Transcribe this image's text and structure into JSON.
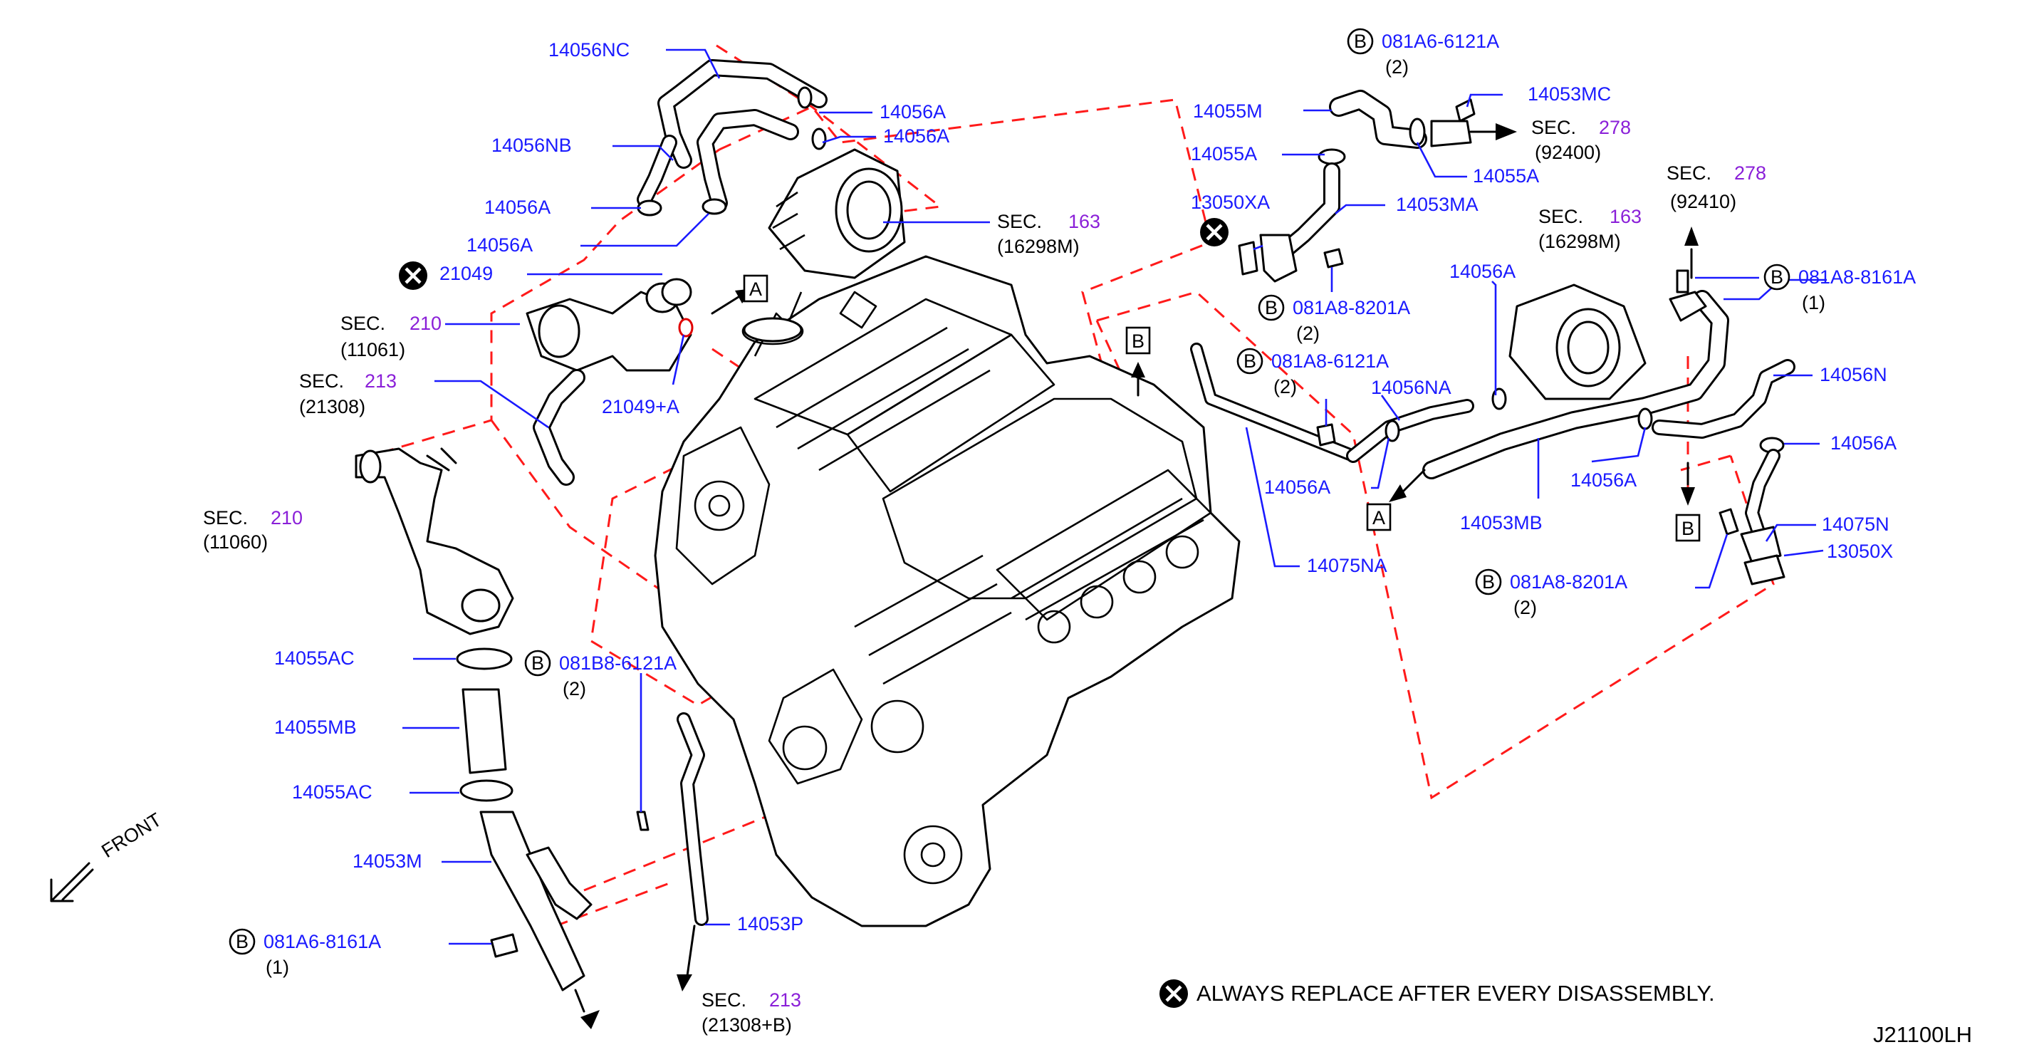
{
  "diagram_id": "J21100LH",
  "note": {
    "text": "ALWAYS  REPLACE  AFTER  EVERY  DISASSEMBLY.",
    "symbol_icon": "x-circle-icon"
  },
  "front_label": "FRONT",
  "colors": {
    "part_number": "#1a1aff",
    "sec_number": "#8a1fd8",
    "dashed_line": "#ff1a1a",
    "text": "#000000"
  },
  "part_labels": {
    "p14056nc": "14056NC",
    "p14056a_1": "14056A",
    "p14056a_2": "14056A",
    "p14056nb": "14056NB",
    "p14056a_3": "14056A",
    "p14056a_4": "14056A",
    "p21049": "21049",
    "p21049a": "21049+A",
    "p14055m": "14055M",
    "p14053mc": "14053MC",
    "p14055a_1": "14055A",
    "p14055a_2": "14055A",
    "p13050xa": "13050XA",
    "p14053ma": "14053MA",
    "p14056a_5": "14056A",
    "p14056na": "14056NA",
    "p14056a_6": "14056A",
    "p14053mb": "14053MB",
    "p14056a_7": "14056A",
    "p14075na": "14075NA",
    "p14056n": "14056N",
    "p14056a_8": "14056A",
    "p14075n": "14075N",
    "p13050x": "13050X",
    "p14055ac_1": "14055AC",
    "p14055mb": "14055MB",
    "p14055ac_2": "14055AC",
    "p14053m": "14053M",
    "p14053p": "14053P"
  },
  "bolt_labels": {
    "b1": {
      "symbol": "B",
      "part": "081A6-6121A",
      "qty": "(2)"
    },
    "b2": {
      "symbol": "B",
      "part": "081A8-8201A",
      "qty": "(2)"
    },
    "b3": {
      "symbol": "B",
      "part": "081A8-6121A",
      "qty": "(2)"
    },
    "b4": {
      "symbol": "B",
      "part": "081A8-8161A",
      "qty": "(1)"
    },
    "b5": {
      "symbol": "B",
      "part": "081A8-8201A",
      "qty": "(2)"
    },
    "b6": {
      "symbol": "B",
      "part": "081B8-6121A",
      "qty": "(2)"
    },
    "b7": {
      "symbol": "B",
      "part": "081A6-8161A",
      "qty": "(1)"
    }
  },
  "sec_refs": {
    "s1": {
      "prefix": "SEC.",
      "num": "163",
      "sub": "(16298M)"
    },
    "s2": {
      "prefix": "SEC.",
      "num": "278",
      "sub": "(92400)"
    },
    "s3": {
      "prefix": "SEC.",
      "num": "278",
      "sub": "(92410)"
    },
    "s4": {
      "prefix": "SEC.",
      "num": "163",
      "sub": "(16298M)"
    },
    "s5": {
      "prefix": "SEC.",
      "num": "210",
      "sub": "(11061)"
    },
    "s6": {
      "prefix": "SEC.",
      "num": "213",
      "sub": "(21308)"
    },
    "s7": {
      "prefix": "SEC.",
      "num": "210",
      "sub": "(11060)"
    },
    "s8": {
      "prefix": "SEC.",
      "num": "213",
      "sub": "(21308+B)"
    }
  },
  "ref_boxes": {
    "a1": "A",
    "a2": "A",
    "bx1": "B",
    "bx2": "B"
  }
}
